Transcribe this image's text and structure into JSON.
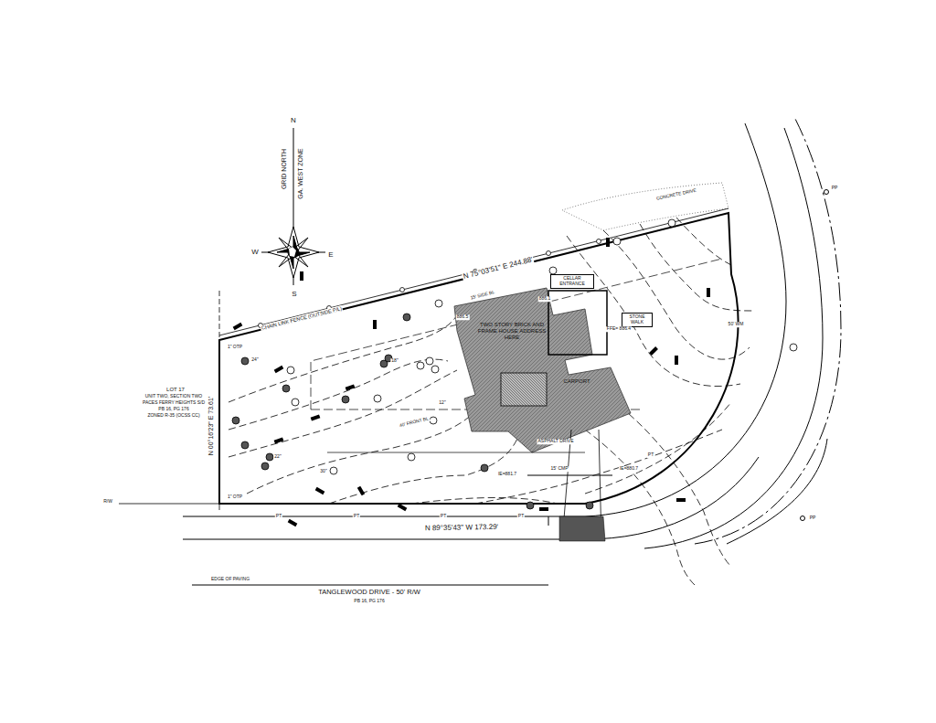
{
  "diagram": {
    "nodes": [
      {
        "text": [
          "TWO STORY BRICK AND FRAME HOUSE ADDRESS HERE"
        ]
      },
      {
        "text": [
          "CARPORT"
        ]
      },
      {
        "text": [
          "CELLAR ENTRANCE"
        ]
      },
      {
        "text": [
          "STONE WALK"
        ]
      }
    ],
    "labels": [
      "N",
      "S",
      "W",
      "E",
      "GRID NORTH",
      "GA. WEST ZONE",
      "N 75°03'51\" E 244.88'",
      "CHAIN LINK FENCE (OUTSIDE P/L)",
      "LOT 17",
      "UNIT TWO, SECTION TWO",
      "PACES FERRY HEIGHTS S/D",
      "PB 16, PG 176",
      "ZONED R-35 (OCSS CC)",
      "N 00°16'23\" E 73.61'",
      "1\" OTP",
      "1\" OTP",
      "R/W",
      "N 89°35'43\" W 173.29'",
      "EDGE OF PAVING",
      "TANGLEWOOD DRIVE - 50' R/W",
      "PB 16, PG 176",
      "CONCRETE DRIVE",
      "FFE= 886.4",
      "ASPHALT DRIVE",
      "15' CMP",
      "IE=881.7",
      "IE=880.7",
      "40' FRONT BL",
      "15' SIDE BL",
      "PP",
      "PP",
      "PT",
      "PT",
      "PT",
      "PT",
      "PT",
      "50' WM",
      "24\"",
      "18\"",
      "12\"",
      "30\"",
      "22\"",
      "886.1",
      "886.5"
    ]
  }
}
